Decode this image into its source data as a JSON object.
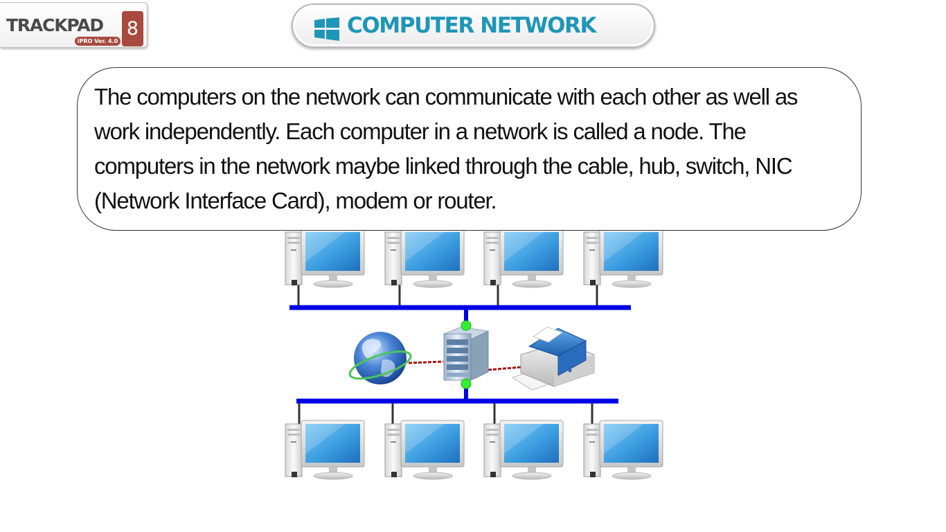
{
  "logo": {
    "brand": "TRACKPAD",
    "version": "iPRO Ver. 4.0",
    "edition": "8"
  },
  "header": {
    "title": "COMPUTER NETWORK",
    "icon": "windows-logo-icon"
  },
  "content": {
    "paragraph": "The computers on the network can communicate with each other as well as work independently. Each computer in a network is called a node. The computers in the network maybe linked through the cable, hub, switch, NIC (Network Interface Card), modem or router."
  },
  "diagram": {
    "top_row": [
      "computer-icon",
      "computer-icon",
      "computer-icon",
      "computer-icon"
    ],
    "center": [
      "globe-icon",
      "server-icon",
      "printer-icon"
    ],
    "bottom_row": [
      "computer-icon",
      "computer-icon",
      "computer-icon",
      "computer-icon"
    ],
    "colors": {
      "bus": "#0000e6",
      "node": "#33ee33",
      "link": "#aa1111",
      "screen": "#3b9de0"
    }
  }
}
